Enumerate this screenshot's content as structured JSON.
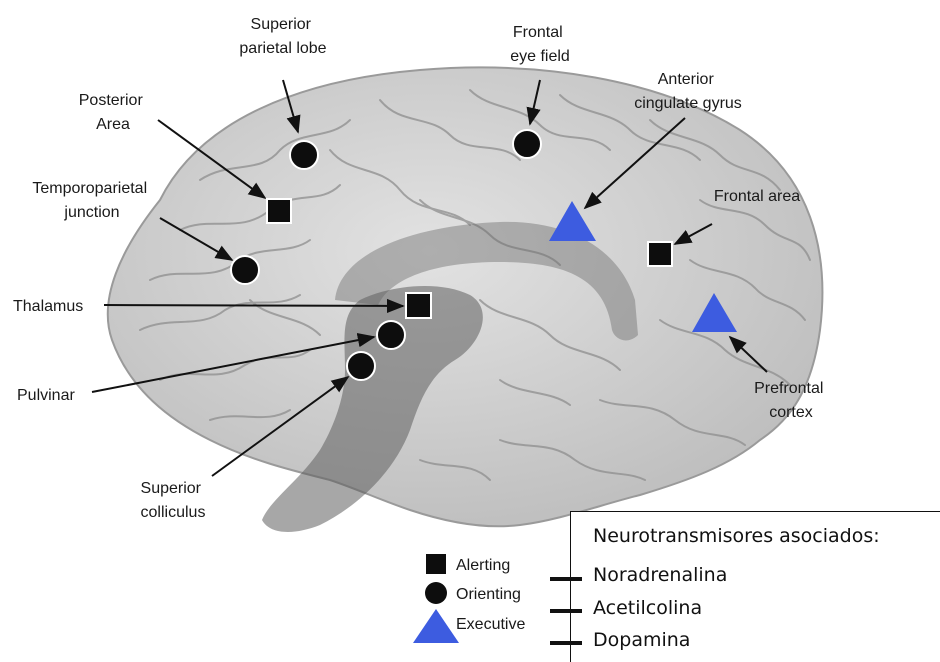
{
  "colors": {
    "brain_fill": "#d4d4d4",
    "brain_sulci": "#8e8e8e",
    "overlay": "#6f6f6f",
    "marker_dark": "#0d0d0d",
    "marker_executive": "#3d5ce0"
  },
  "labels": {
    "superior_parietal_lobe": [
      "Superior",
      "parietal lobe"
    ],
    "frontal_eye_field": [
      "Frontal",
      "eye field"
    ],
    "anterior_cingulate_gyrus": [
      "Anterior",
      "cingulate gyrus"
    ],
    "posterior_area": [
      "Posterior",
      "Area"
    ],
    "temporoparietal_junction": [
      "Temporoparietal",
      "junction"
    ],
    "frontal_area": [
      "Frontal area"
    ],
    "thalamus": [
      "Thalamus"
    ],
    "pulvinar": [
      "Pulvinar"
    ],
    "prefrontal_cortex": [
      "Prefrontal",
      "cortex"
    ],
    "superior_colliculus": [
      "Superior",
      "colliculus"
    ]
  },
  "legend": {
    "alerting": "Alerting",
    "orienting": "Orienting",
    "executive": "Executive"
  },
  "neurotransmitters": {
    "heading": "Neurotransmisores asociados:",
    "items": [
      "Noradrenalina",
      "Acetilcolina",
      "Dopamina"
    ]
  }
}
